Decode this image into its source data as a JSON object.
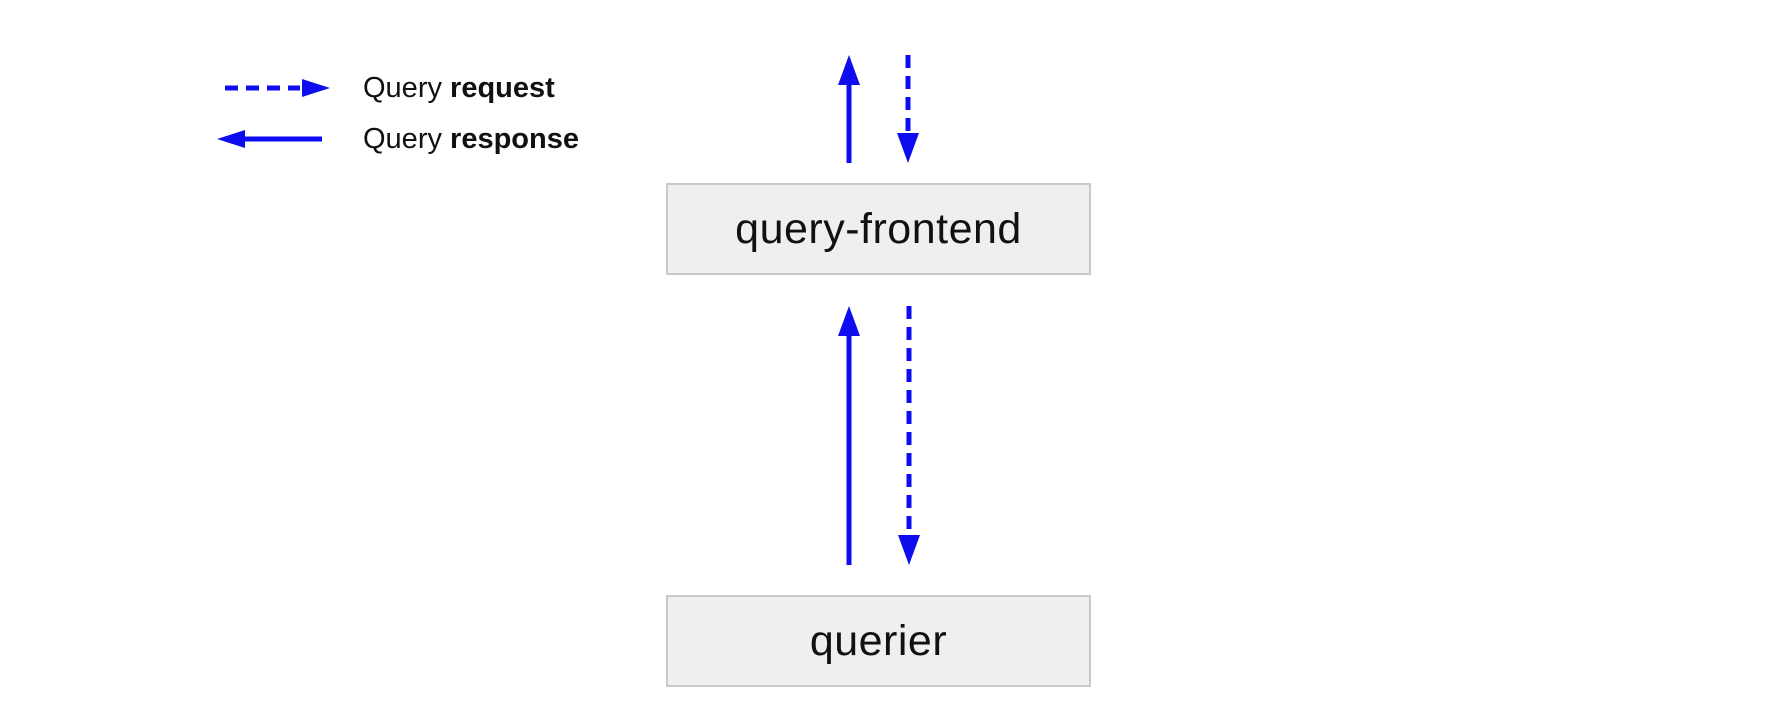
{
  "legend": {
    "items": [
      {
        "prefix": "Query ",
        "bold": "request",
        "icon": "dashed-arrow-right"
      },
      {
        "prefix": "Query ",
        "bold": "response",
        "icon": "solid-arrow-left"
      }
    ]
  },
  "nodes": [
    {
      "label": "query-frontend"
    },
    {
      "label": "querier"
    }
  ],
  "edges": [
    {
      "type": "request",
      "style": "dashed",
      "path": "from above into query-frontend"
    },
    {
      "type": "response",
      "style": "solid",
      "path": "from query-frontend upward"
    },
    {
      "type": "request",
      "style": "dashed",
      "path": "from query-frontend into querier"
    },
    {
      "type": "response",
      "style": "solid",
      "path": "from querier up to query-frontend"
    }
  ],
  "colors": {
    "arrow": "#0d0df0",
    "node_fill": "#efefef",
    "node_border": "#c9c9c9",
    "text": "#111111",
    "background": "#ffffff"
  }
}
